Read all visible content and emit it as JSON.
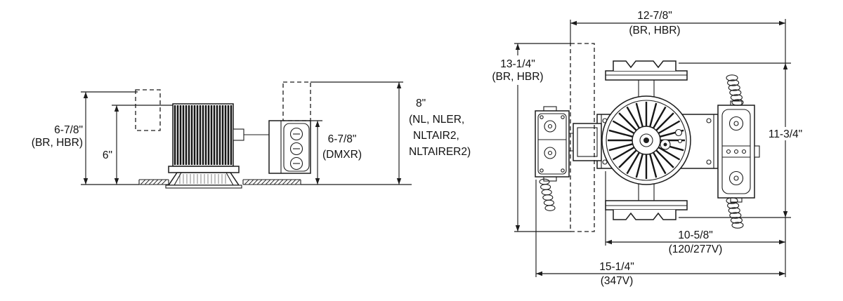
{
  "side_view": {
    "dims": {
      "housing_height": {
        "value": "6-7/8\"",
        "note": "(BR, HBR)"
      },
      "recess_depth": {
        "value": "6\""
      },
      "dmxr_height": {
        "value": "6-7/8\"",
        "note": "(DMXR)"
      },
      "nl_height": {
        "value": "8\"",
        "note1": "(NL, NLER,",
        "note2": "NLTAIR2,",
        "note3": "NLTAIRER2)"
      }
    }
  },
  "plan_view": {
    "dims": {
      "overall_width": {
        "value": "12-7/8\"",
        "note": "(BR, HBR)"
      },
      "overall_depth": {
        "value": "13-1/4\"",
        "note": "(BR, HBR)"
      },
      "frame_depth": {
        "value": "11-3/4\""
      },
      "width_120_277v": {
        "value": "10-5/8\"",
        "note": "(120/277V)"
      },
      "width_347v": {
        "value": "15-1/4\"",
        "note": "(347V)"
      }
    }
  },
  "colors": {
    "line": "#1c1c1c",
    "background": "#ffffff"
  }
}
